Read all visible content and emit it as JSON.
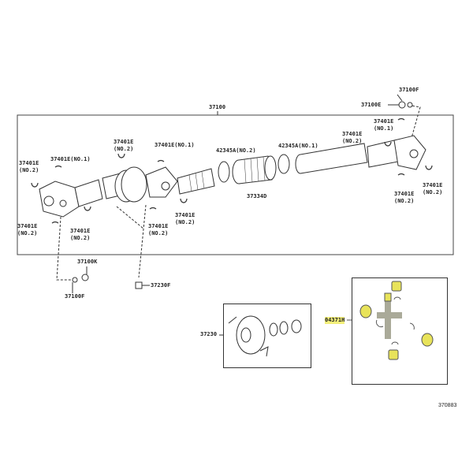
{
  "diagram": {
    "assembly_label": "37100",
    "figure_id": "370883",
    "highlight_color": "#f3ef7a",
    "callouts": [
      {
        "id": "c1",
        "lines": [
          "37401E",
          "(NO.2)"
        ]
      },
      {
        "id": "c2",
        "lines": [
          "37401E(NO.1)"
        ]
      },
      {
        "id": "c3",
        "lines": [
          "37401E",
          "(NO.2)"
        ]
      },
      {
        "id": "c4",
        "lines": [
          "37401E(NO.1)"
        ]
      },
      {
        "id": "c5",
        "lines": [
          "42345A(NO.2)"
        ]
      },
      {
        "id": "c6",
        "lines": [
          "42345A(NO.1)"
        ]
      },
      {
        "id": "c7",
        "lines": [
          "37334D"
        ]
      },
      {
        "id": "c8",
        "lines": [
          "37401E",
          "(NO.2)"
        ]
      },
      {
        "id": "c9",
        "lines": [
          "37401E",
          "(NO.1)"
        ]
      },
      {
        "id": "c10",
        "lines": [
          "37401E",
          "(NO.2)"
        ]
      },
      {
        "id": "c11",
        "lines": [
          "37401E",
          "(NO.2)"
        ]
      },
      {
        "id": "c12",
        "lines": [
          "37401E",
          "(NO.2)"
        ]
      },
      {
        "id": "c13",
        "lines": [
          "37401E",
          "(NO.2)"
        ]
      },
      {
        "id": "c14",
        "lines": [
          "37401E",
          "(NO.2)"
        ]
      },
      {
        "id": "c15",
        "lines": [
          "37401E",
          "(NO.2)"
        ]
      },
      {
        "id": "c16",
        "lines": [
          "37100F"
        ]
      },
      {
        "id": "c17",
        "lines": [
          "37100E"
        ]
      },
      {
        "id": "c18",
        "lines": [
          "37100K"
        ]
      },
      {
        "id": "c19",
        "lines": [
          "37100F"
        ]
      },
      {
        "id": "c20",
        "lines": [
          "37230F"
        ]
      },
      {
        "id": "c21",
        "lines": [
          "37230"
        ]
      },
      {
        "id": "c22",
        "lines": [
          "04371H"
        ]
      }
    ]
  }
}
